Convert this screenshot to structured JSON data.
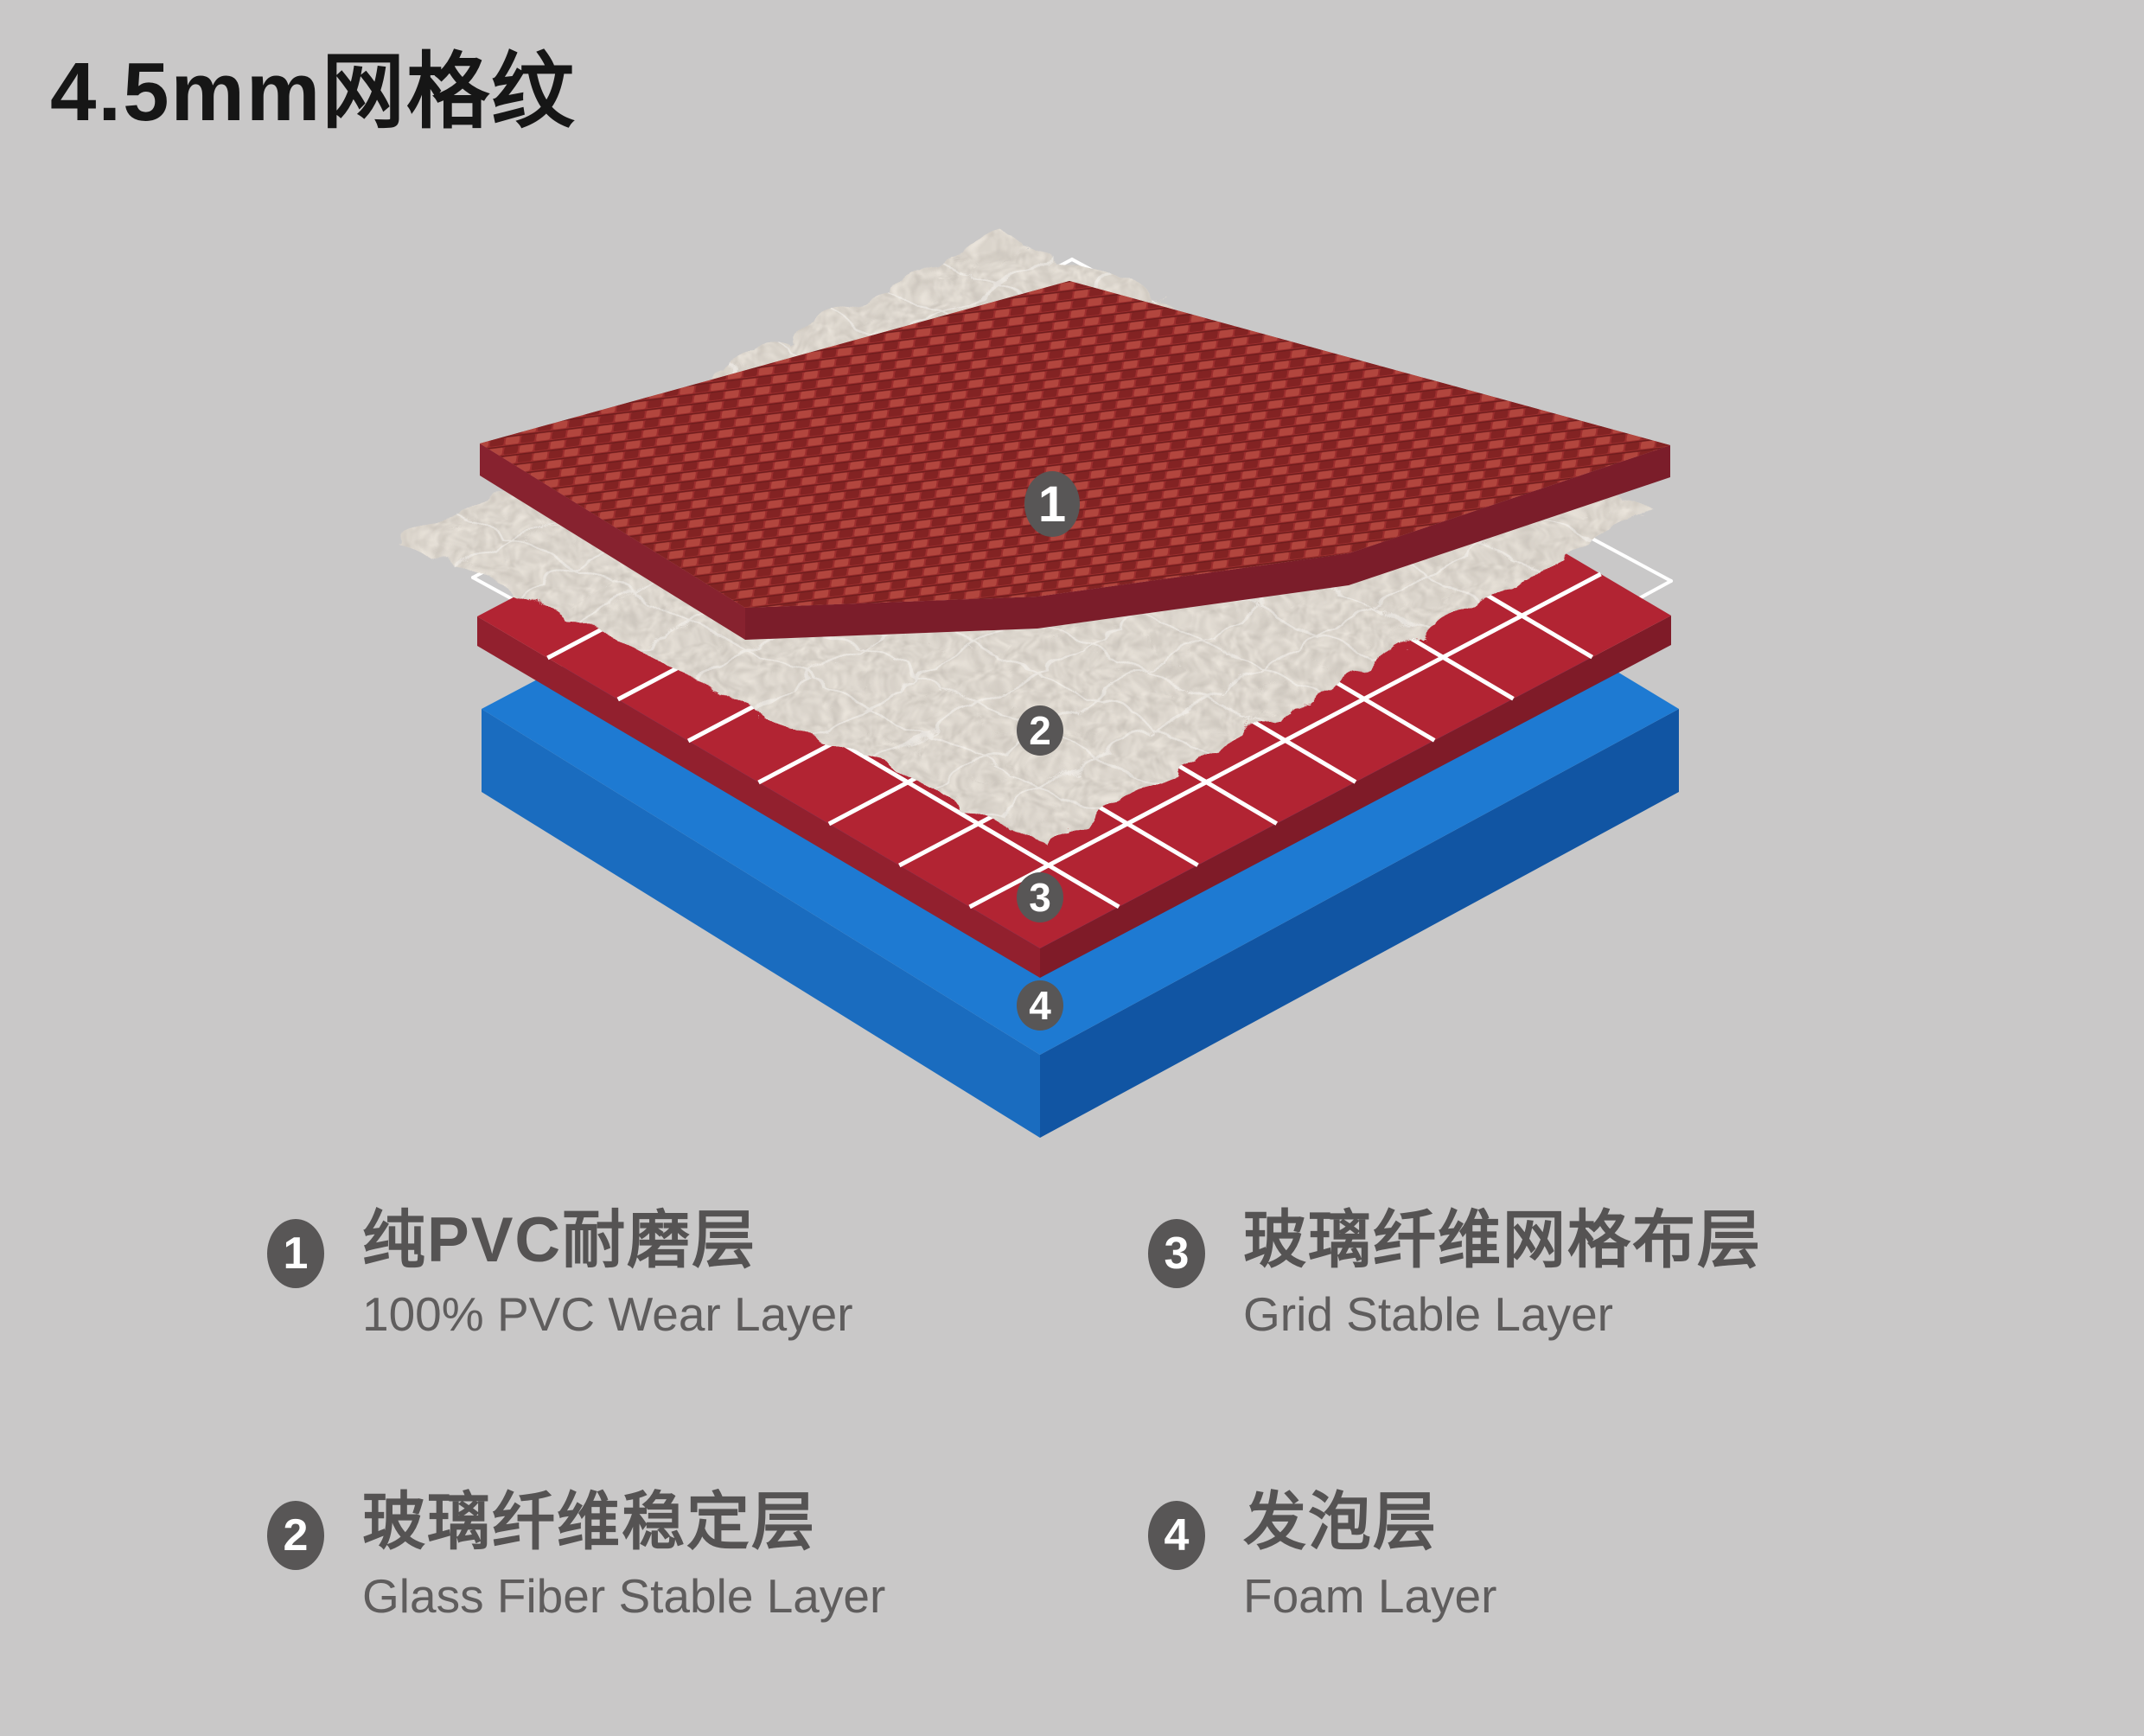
{
  "title": "4.5mm网格纹",
  "diagram": {
    "marker1": "1",
    "marker2": "2",
    "marker3": "3",
    "marker4": "4"
  },
  "legend": {
    "items": [
      {
        "number": "1",
        "zh": "纯PVC耐磨层",
        "en": "100% PVC Wear Layer"
      },
      {
        "number": "2",
        "zh": "玻璃纤维稳定层",
        "en": "Glass Fiber Stable Layer"
      },
      {
        "number": "3",
        "zh": "玻璃纤维网格布层",
        "en": "Grid Stable Layer"
      },
      {
        "number": "4",
        "zh": "发泡层",
        "en": "Foam Layer"
      }
    ]
  },
  "colors": {
    "bg": "#c9c8c8",
    "title": "#161616",
    "badge": "#585656",
    "legendZh": "#555353",
    "legendEn": "#5f5d5d",
    "layer1Top": "#9c2e2e",
    "layer1WeaveLight": "#b2463e",
    "layer1WeaveDark": "#832323",
    "layer1Seam": "#6f1d1d",
    "layer1SideLeft": "#87222f",
    "layer1SideRight": "#7b1d2a",
    "fiberBase": "#eae4db",
    "fiberMottle": "#8c8276",
    "meshLine": "#ffffff",
    "layer3Top": "#b22433",
    "layer3Grid": "#ffffff",
    "layer3SideLeft": "#92202e",
    "layer3SideRight": "#7f1b28",
    "layer4Top": "#1e7ad2",
    "layer4SideLeft": "#1a6cbf",
    "layer4SideRight": "#1155a3"
  }
}
